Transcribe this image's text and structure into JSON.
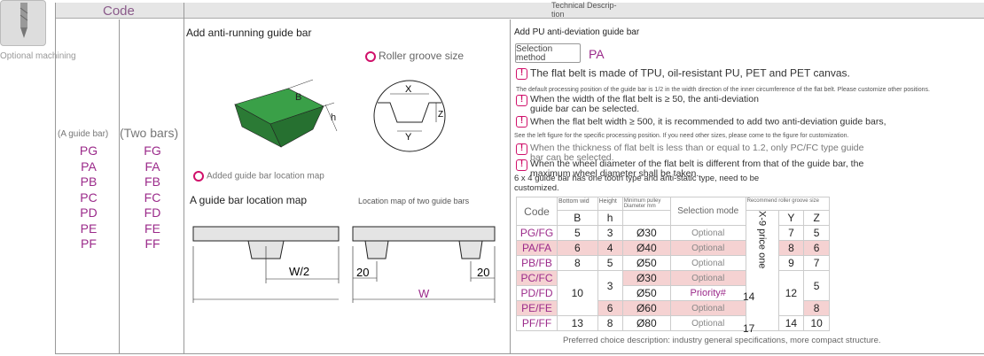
{
  "header": {
    "code_label": "Code",
    "tech_label": "Technical Descrip-\ntion"
  },
  "left": {
    "optional_machining": "Optional machining",
    "guide_bar_label": "(A guide bar)",
    "two_bars_label": "(Two bars)",
    "codes_a": [
      "PG",
      "PA",
      "PB",
      "PC",
      "PD",
      "PE",
      "PF"
    ],
    "codes_b": [
      "FG",
      "FA",
      "FB",
      "FC",
      "FD",
      "FE",
      "FF"
    ]
  },
  "mid": {
    "title": "Add anti-running guide bar",
    "roller_groove": "Roller groove size",
    "added_map": "Added guide bar location map",
    "map_title": "A guide bar location map",
    "two_map_title": "Location map of two guide bars",
    "dims": {
      "b": "B",
      "h": "h",
      "x": "X",
      "y": "Y",
      "z": "Z",
      "w2": "W/2",
      "w": "W",
      "d20a": "20",
      "d20b": "20"
    }
  },
  "right": {
    "title": "Add PU anti-deviation guide bar",
    "selection_method": "Selection method",
    "pa": "PA",
    "notes": [
      "The flat belt is made of TPU, oil-resistant PU, PET and PET canvas.",
      "The default processing position of the guide bar is 1/2 in the width direction of the inner circumference of the flat belt. Please customize other positions.",
      "When the width of the flat belt is ≥ 50, the anti-deviation guide bar can be selected.",
      "When the flat belt width ≥ 500, it is recommended to add two anti-deviation guide bars,",
      "See the left figure for the specific processing position. If you need other sizes, please come to the figure for customization.",
      "When the thickness of flat belt is less than or equal to 1.2, only PC/FC type guide bar can be selected.",
      "When the wheel diameter of the flat belt is different from that of the guide bar, the maximum wheel diameter shall be taken.",
      "6 x 4 guide bar has one tooth type and anti-static type, need to be customized."
    ],
    "table": {
      "h_code": "Code",
      "h_bottom": "Bottom wid",
      "h_height": "Height",
      "h_min_pulley": "Minimum pulley",
      "h_diam": "Diameter mm",
      "h_sel": "Selection mode",
      "h_rec": "Recommend roller groove size",
      "c_b": "B",
      "c_h": "h",
      "c_x": "X",
      "c_y": "Y",
      "c_z": "Z",
      "x_note": "X-9 price one",
      "rows": [
        {
          "code": "PG/FG",
          "b": "5",
          "h": "3",
          "d": "Ø30",
          "sel": "Optional",
          "y": "7",
          "z": "5"
        },
        {
          "code": "PA/FA",
          "b": "6",
          "h": "4",
          "d": "Ø40",
          "sel": "Optional",
          "y": "8",
          "z": "6"
        },
        {
          "code": "PB/FB",
          "b": "8",
          "h": "5",
          "d": "Ø50",
          "sel": "Optional",
          "y": "9",
          "z": "7"
        },
        {
          "code": "PC/FC",
          "b": "",
          "h": "",
          "d": "Ø30",
          "sel": "Optional",
          "y": "",
          "z": ""
        },
        {
          "code": "PD/FD",
          "b": "10",
          "h": "3",
          "d": "Ø50",
          "sel": "Priority#",
          "x": "14",
          "y": "12",
          "z": "5"
        },
        {
          "code": "PE/FE",
          "b": "",
          "h": "6",
          "d": "Ø60",
          "sel": "Optional",
          "y": "",
          "z": "8"
        },
        {
          "code": "PF/FF",
          "b": "13",
          "h": "8",
          "d": "Ø80",
          "sel": "Optional",
          "x": "17",
          "y": "14",
          "z": "10"
        }
      ]
    },
    "footer": "Preferred choice description: industry general specifications, more compact structure."
  },
  "colors": {
    "accent": "#9b2a8a",
    "pink": "#f5d2d2",
    "green": "#2f8f3a",
    "header": "#e6e6e6",
    "warn": "#d0106a"
  }
}
